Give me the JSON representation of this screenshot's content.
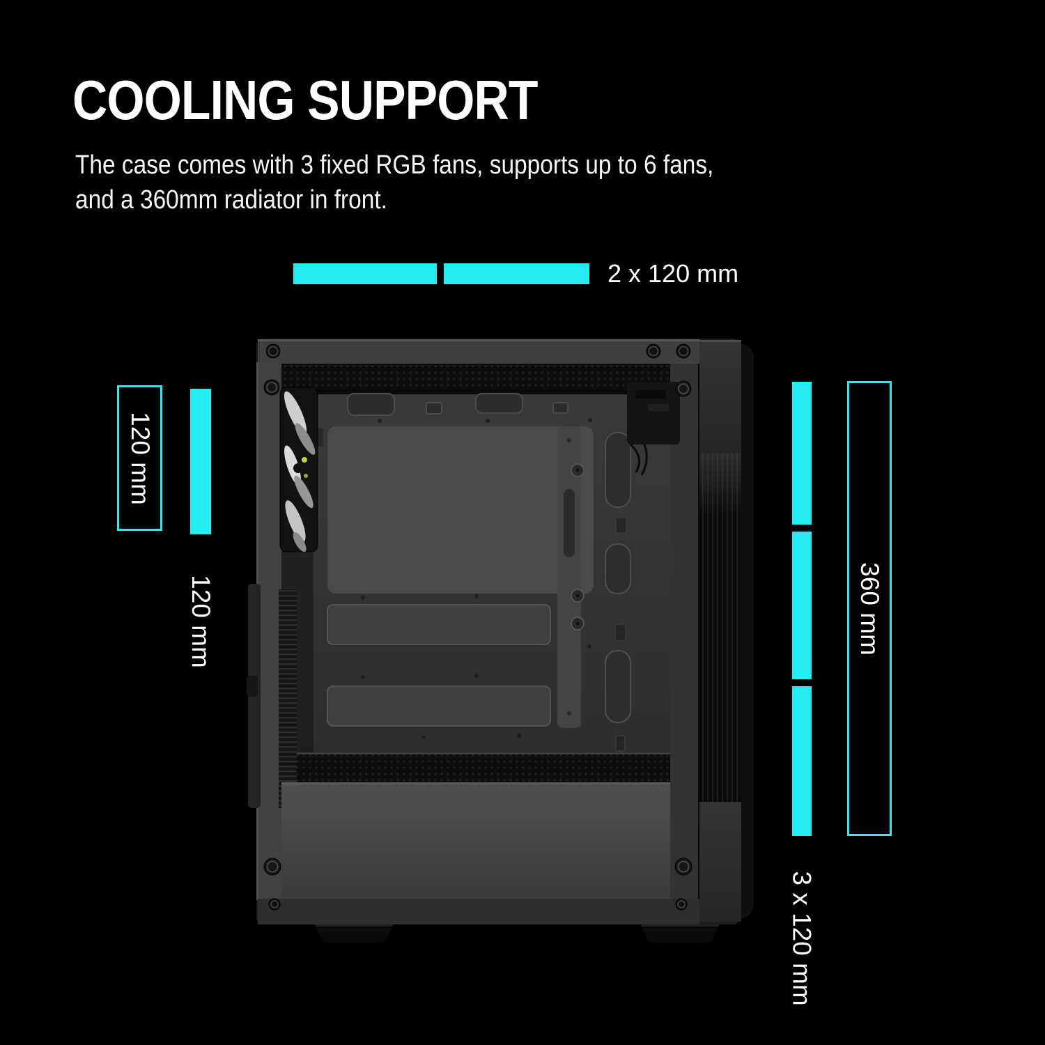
{
  "page": {
    "background_color": "#000000",
    "accent_color": "#25EBF2",
    "text_color": "#FFFFFF"
  },
  "header": {
    "title": "COOLING SUPPORT",
    "description_line1": "The case comes with 3 fixed RGB fans, supports up to 6 fans,",
    "description_line2": "and a 360mm radiator in front."
  },
  "annotations": {
    "top_fans": {
      "label": "2 x 120 mm",
      "bar_count": 2
    },
    "rear_fan_slot": {
      "label": "120 mm"
    },
    "rear_fan_bar": {
      "label": "120 mm"
    },
    "front_radiator": {
      "label": "360 mm"
    },
    "front_fans": {
      "label": "3 x 120 mm",
      "bar_count": 3
    }
  },
  "illustration": {
    "icon": "pc-case-interior-side-view-icon"
  }
}
